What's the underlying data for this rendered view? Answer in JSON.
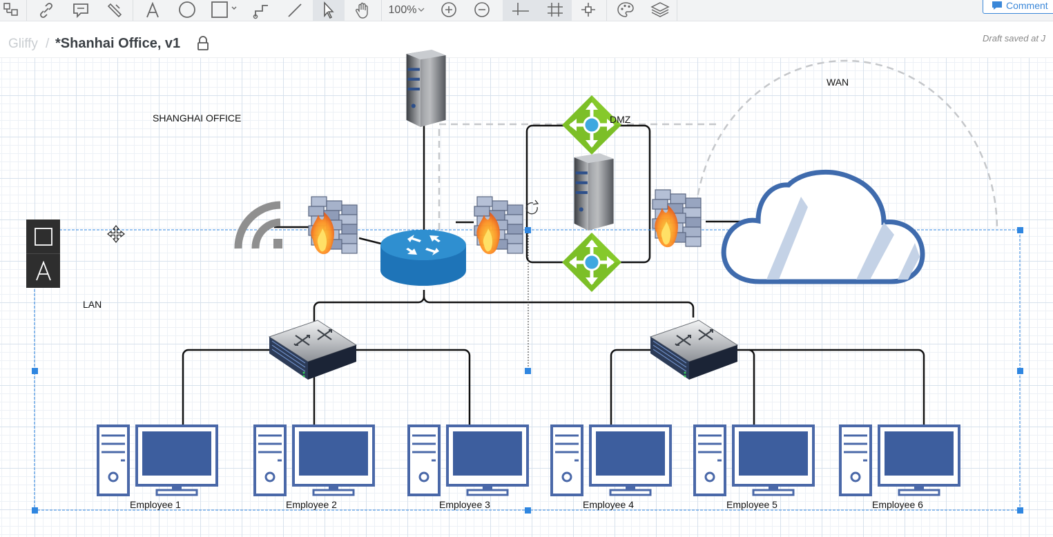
{
  "toolbar": {
    "zoom": "100%",
    "comments_label": "Comment",
    "tools": [
      "shapes-icon",
      "link-icon",
      "comment-icon",
      "brush-icon",
      "text-icon",
      "ellipse-icon",
      "rectangle-icon",
      "connector-icon",
      "line-icon",
      "pointer-icon",
      "pan-icon",
      "zoom-in-icon",
      "zoom-out-icon",
      "grid-icon",
      "snap-icon",
      "anchor-icon",
      "theme-icon",
      "layers-icon"
    ]
  },
  "header": {
    "app_name": "Gliffy",
    "separator": "/",
    "doc_title": "*Shanhai Office, v1",
    "draft_status": "Draft saved at J"
  },
  "diagram": {
    "labels": {
      "office": "SHANGHAI OFFICE",
      "dmz": "DMZ",
      "wan": "WAN",
      "lan": "LAN"
    },
    "employees": [
      "Employee 1",
      "Employee 2",
      "Employee 3",
      "Employee 4",
      "Employee 5",
      "Employee 6"
    ]
  },
  "colors": {
    "accent": "#2f86e0",
    "router": "#1e74b8",
    "cloud": "#3f6bad",
    "load_balancer": "#7cbf27",
    "monitor": "#3d5e9e",
    "firewall_brick": "#8b99b8",
    "flame": "#ef6a1d"
  }
}
